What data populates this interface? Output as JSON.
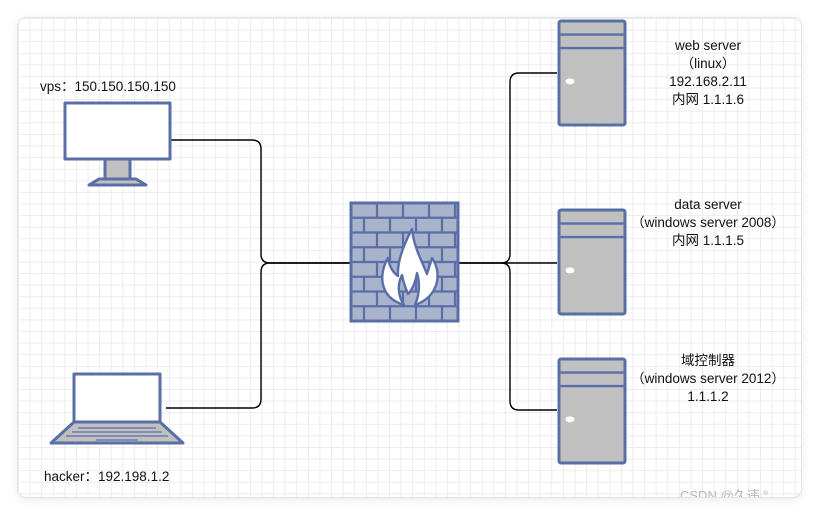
{
  "diagram": {
    "nodes": {
      "vps": {
        "label": "vps：150.150.150.150",
        "icon": "monitor-icon"
      },
      "hacker": {
        "label": "hacker：192.198.1.2",
        "icon": "laptop-icon"
      },
      "firewall": {
        "icon": "firewall-icon"
      },
      "web_server": {
        "lines": [
          "web server",
          "（linux）",
          "192.168.2.11",
          "内网 1.1.1.6"
        ],
        "icon": "server-icon"
      },
      "data_server": {
        "lines": [
          "data server",
          "（windows server 2008）",
          "内网 1.1.1.5"
        ],
        "icon": "server-icon"
      },
      "domain_controller": {
        "lines": [
          "域控制器",
          "（windows server 2012）",
          "1.1.1.2"
        ],
        "icon": "server-icon"
      }
    },
    "edges": [
      {
        "from": "vps",
        "to": "firewall"
      },
      {
        "from": "hacker",
        "to": "firewall"
      },
      {
        "from": "firewall",
        "to": "web_server"
      },
      {
        "from": "firewall",
        "to": "data_server"
      },
      {
        "from": "firewall",
        "to": "domain_controller"
      }
    ],
    "colors": {
      "outline": "#5a6ea8",
      "firewall_fill": "#a9b3cb",
      "firewall_flame": "#ffffff",
      "server_fill": "#c0c0c0",
      "line": "#000000"
    }
  },
  "watermark": "CSDN @久违 °"
}
